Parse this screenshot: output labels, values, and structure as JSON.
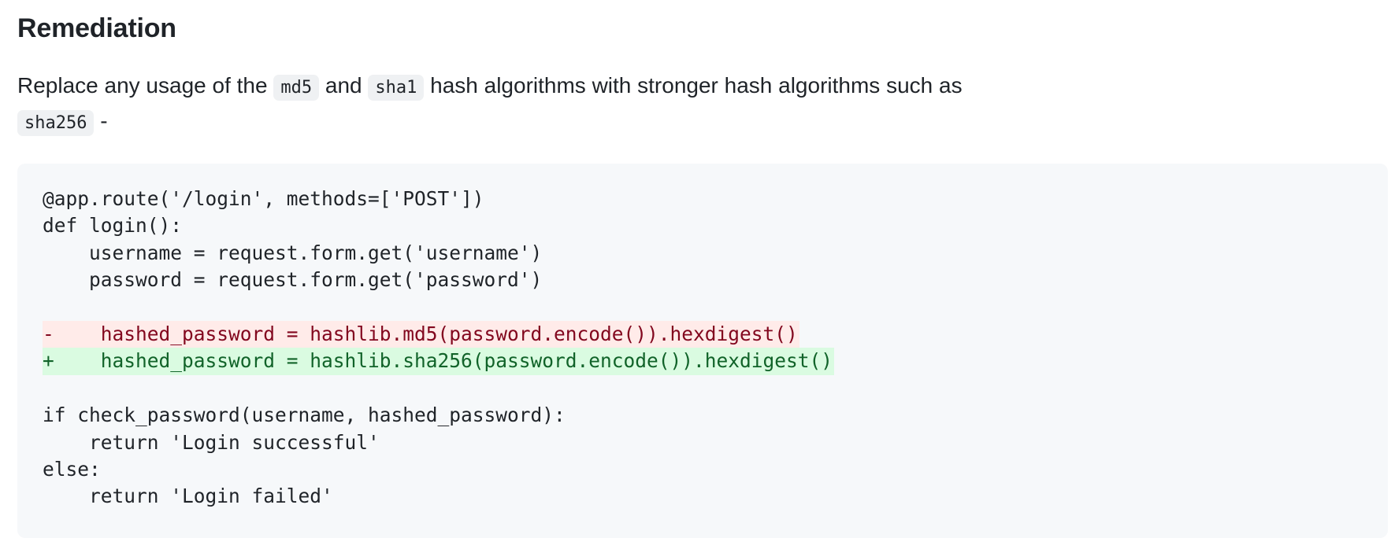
{
  "section": {
    "heading": "Remediation",
    "paragraph": {
      "text_1": "Replace any usage of the ",
      "code_1": "md5",
      "text_2": " and ",
      "code_2": "sha1",
      "text_3": " hash algorithms with stronger hash algorithms such as ",
      "code_3": "sha256",
      "text_4": " -"
    }
  },
  "code_block": {
    "lines": [
      {
        "type": "context",
        "text": "@app.route('/login', methods=['POST'])"
      },
      {
        "type": "context",
        "text": "def login():"
      },
      {
        "type": "context",
        "text": "    username = request.form.get('username')"
      },
      {
        "type": "context",
        "text": "    password = request.form.get('password')"
      },
      {
        "type": "context",
        "text": ""
      },
      {
        "type": "removed",
        "text": "-    hashed_password = hashlib.md5(password.encode()).hexdigest()"
      },
      {
        "type": "added",
        "text": "+    hashed_password = hashlib.sha256(password.encode()).hexdigest()"
      },
      {
        "type": "context",
        "text": ""
      },
      {
        "type": "context",
        "text": "if check_password(username, hashed_password):"
      },
      {
        "type": "context",
        "text": "    return 'Login successful'"
      },
      {
        "type": "context",
        "text": "else:"
      },
      {
        "type": "context",
        "text": "    return 'Login failed'"
      }
    ]
  },
  "colors": {
    "removed_bg": "#ffebe9",
    "removed_fg": "#82071e",
    "added_bg": "#dafbe1",
    "added_fg": "#116329",
    "code_bg": "#f6f8fa"
  }
}
